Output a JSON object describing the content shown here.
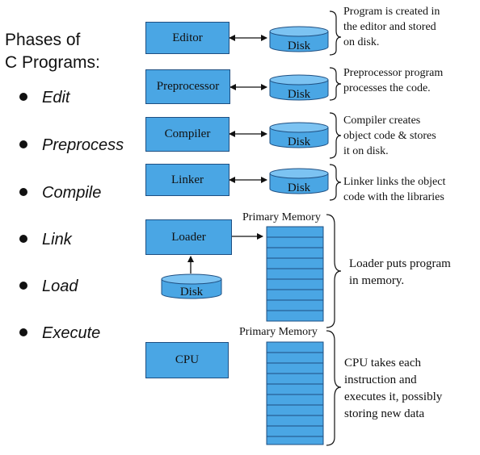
{
  "title": [
    "Phases of",
    "C Programs:"
  ],
  "phases": [
    "Edit",
    "Preprocess",
    "Compile",
    "Link",
    "Load",
    "Execute"
  ],
  "stages": [
    {
      "label": "Editor",
      "disk": "Disk",
      "desc": [
        "Program is created in",
        "the editor and stored",
        "on disk."
      ]
    },
    {
      "label": "Preprocessor",
      "disk": "Disk",
      "desc": [
        "Preprocessor program",
        "processes the code."
      ]
    },
    {
      "label": "Compiler",
      "disk": "Disk",
      "desc": [
        "Compiler creates",
        "object code & stores",
        "it on disk."
      ]
    },
    {
      "label": "Linker",
      "disk": "Disk",
      "desc": [
        "Linker links the object",
        "code with the libraries"
      ]
    }
  ],
  "loader": {
    "label": "Loader",
    "disk": "Disk",
    "memory_label": "Primary Memory",
    "desc": [
      "Loader puts program",
      "in memory."
    ]
  },
  "cpu": {
    "label": "CPU",
    "memory_label": "Primary Memory",
    "desc": [
      "CPU takes each",
      "instruction and",
      "executes it, possibly",
      "storing new data"
    ]
  },
  "colors": {
    "box_fill": "#4aa6e4",
    "box_border": "#1e4f82",
    "line": "#111111"
  }
}
